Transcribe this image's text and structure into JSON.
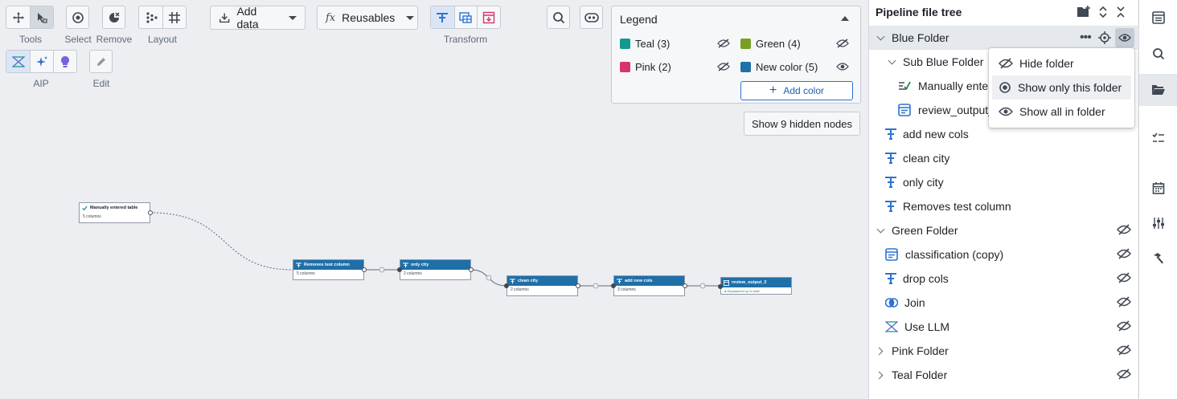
{
  "toolbar": {
    "tools_label": "Tools",
    "select_label": "Select",
    "remove_label": "Remove",
    "layout_label": "Layout",
    "add_data_label": "Add data",
    "reusables_label": "Reusables",
    "transform_label": "Transform",
    "aip_label": "AIP",
    "edit_label": "Edit"
  },
  "legend": {
    "title": "Legend",
    "items": [
      {
        "name": "Teal",
        "count": "(3)",
        "color": "#13998f",
        "visible": false
      },
      {
        "name": "Green",
        "count": "(4)",
        "color": "#7a9e24",
        "visible": false
      },
      {
        "name": "Pink",
        "count": "(2)",
        "color": "#d7346b",
        "visible": false
      },
      {
        "name": "New color",
        "count": "(5)",
        "color": "#2071a8",
        "visible": true
      }
    ],
    "add_color_label": "Add color"
  },
  "hidden_nodes_button": "Show 9 hidden nodes",
  "graph": {
    "nodes": [
      {
        "title": "Manually entered table",
        "sub": "5 columns"
      },
      {
        "title": "Removes test column",
        "sub": "5 columns"
      },
      {
        "title": "only city",
        "sub": "2 columns"
      },
      {
        "title": "clean city",
        "sub": "2 columns"
      },
      {
        "title": "add new cols",
        "sub": "3 columns"
      },
      {
        "title": "review_output_2",
        "sub": "Deployment up to date"
      }
    ]
  },
  "tree": {
    "title": "Pipeline file tree",
    "rows": [
      {
        "label": "Blue Folder"
      },
      {
        "label": "Sub Blue Folder"
      },
      {
        "label": "Manually entered table"
      },
      {
        "label": "review_output_2"
      },
      {
        "label": "add new cols"
      },
      {
        "label": "clean city"
      },
      {
        "label": "only city"
      },
      {
        "label": "Removes test column"
      },
      {
        "label": "Green Folder"
      },
      {
        "label": "classification (copy)"
      },
      {
        "label": "drop cols"
      },
      {
        "label": "Join"
      },
      {
        "label": "Use LLM"
      },
      {
        "label": "Pink Folder"
      },
      {
        "label": "Teal Folder"
      }
    ]
  },
  "menu": {
    "items": [
      {
        "label": "Hide folder"
      },
      {
        "label": "Show only this folder"
      },
      {
        "label": "Show all in folder"
      }
    ]
  },
  "colors": {
    "accent": "#2d72d2",
    "node_header": "#1f6fa8",
    "transform_icon": "#2d72d2",
    "output_icon": "#d7346b"
  }
}
